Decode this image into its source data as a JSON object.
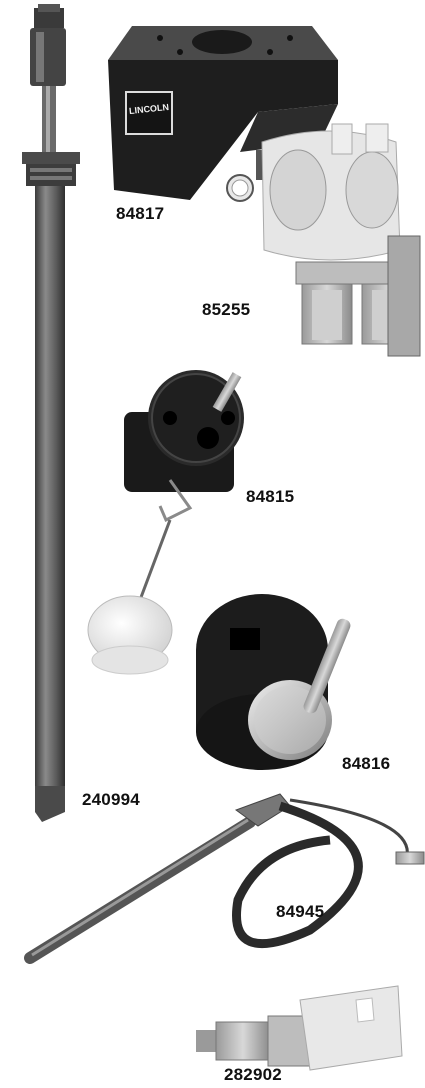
{
  "parts": [
    {
      "id": "84817"
    },
    {
      "id": "85255"
    },
    {
      "id": "84815"
    },
    {
      "id": "84816"
    },
    {
      "id": "240994"
    },
    {
      "id": "84945"
    },
    {
      "id": "282902"
    }
  ],
  "brand_text": "LINCOLN",
  "colors": {
    "background": "#ffffff",
    "metal_dark": "#2a2a2a",
    "tube_gray": "#5a5a5a",
    "label_text": "#111111"
  }
}
